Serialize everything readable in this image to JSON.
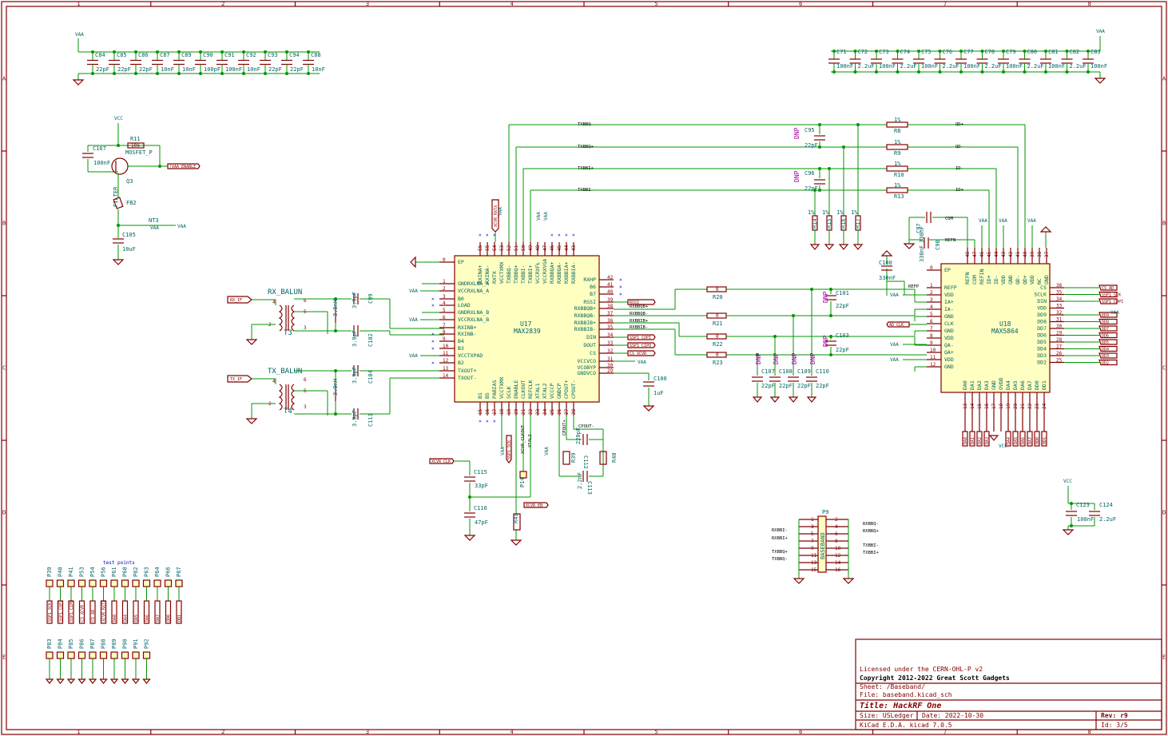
{
  "border": {
    "columns": [
      "1",
      "2",
      "3",
      "4",
      "5",
      "6",
      "7",
      "8"
    ],
    "rows": [
      "A",
      "B",
      "C",
      "D",
      "E"
    ]
  },
  "power": {
    "vaa": "VAA",
    "vcc": "VCC"
  },
  "caps_left": [
    {
      "ref": "C84",
      "val": "22pF"
    },
    {
      "ref": "C85",
      "val": "22pF"
    },
    {
      "ref": "C86",
      "val": "22pF"
    },
    {
      "ref": "C87",
      "val": "10nF"
    },
    {
      "ref": "C89",
      "val": "10nF"
    },
    {
      "ref": "C90",
      "val": "100pF"
    },
    {
      "ref": "C91",
      "val": "100nF"
    },
    {
      "ref": "C92",
      "val": "10nF"
    },
    {
      "ref": "C93",
      "val": "22pF"
    },
    {
      "ref": "C94",
      "val": "22pF"
    },
    {
      "ref": "C88",
      "val": "10nF"
    }
  ],
  "caps_right": [
    {
      "ref": "C71",
      "val": "100nF"
    },
    {
      "ref": "C72",
      "val": "2.2uF"
    },
    {
      "ref": "C73",
      "val": "100nF"
    },
    {
      "ref": "C74",
      "val": "2.2uF"
    },
    {
      "ref": "C75",
      "val": "100nF"
    },
    {
      "ref": "C76",
      "val": "2.2uF"
    },
    {
      "ref": "C77",
      "val": "100nF"
    },
    {
      "ref": "C78",
      "val": "2.2uF"
    },
    {
      "ref": "C79",
      "val": "100nF"
    },
    {
      "ref": "C80",
      "val": "2.2uF"
    },
    {
      "ref": "C81",
      "val": "100nF"
    },
    {
      "ref": "C82",
      "val": "2.2uF"
    },
    {
      "ref": "C83",
      "val": "100nF"
    }
  ],
  "switch": {
    "c167": "C167",
    "c167_val": "100nF",
    "r11": "R11",
    "r11_val": "10k",
    "q3_type": "MOSFET_P",
    "q3": "Q3",
    "enable": "!VAA_ENABLE",
    "filter": "FILTER",
    "fb2": "FB2",
    "nt3": "NT3",
    "c105": "C105",
    "c105_val": "10uF"
  },
  "baluns": {
    "rx_name": "RX_BALUN",
    "rx_ref": "T3",
    "rx_port": "RX_IF",
    "tx_name": "TX_BALUN",
    "tx_ref": "T4",
    "tx_port": "TX_IF",
    "c99": "C99",
    "c102": "C102",
    "c104": "C104",
    "c111": "C111",
    "cap_val": "3.9pF",
    "ind_val": "3.9nH"
  },
  "u17": {
    "ref": "U17",
    "part": "MAX2839",
    "left_pins": [
      {
        "n": "0",
        "name": "EP"
      },
      {
        "n": "1",
        "name": "GNDRXLNA_A"
      },
      {
        "n": "2",
        "name": "VCCRXLNA_A"
      },
      {
        "n": "3",
        "name": "B0"
      },
      {
        "n": "4",
        "name": "LOAD"
      },
      {
        "n": "5",
        "name": "GNDRXLNA_B"
      },
      {
        "n": "6",
        "name": "VCCRXLNA_B"
      },
      {
        "n": "7",
        "name": "RXINB+"
      },
      {
        "n": "8",
        "name": "RXINB-"
      },
      {
        "n": "9",
        "name": "B4"
      },
      {
        "n": "10",
        "name": "B3"
      },
      {
        "n": "11",
        "name": "VCCTXPAD"
      },
      {
        "n": "12",
        "name": "B2"
      },
      {
        "n": "13",
        "name": "TXOUT+"
      },
      {
        "n": "14",
        "name": "TXOUT-"
      }
    ],
    "right_pins": [
      {
        "n": "42",
        "name": "RXHP"
      },
      {
        "n": "41",
        "name": "B6"
      },
      {
        "n": "40",
        "name": "B7"
      },
      {
        "n": "39",
        "name": "RSSI"
      },
      {
        "n": "38",
        "name": "RXBBQB+"
      },
      {
        "n": "37",
        "name": "RXBBQB-"
      },
      {
        "n": "36",
        "name": "RXBBIB+"
      },
      {
        "n": "35",
        "name": "RXBBIB-"
      },
      {
        "n": "34",
        "name": "DIN"
      },
      {
        "n": "33",
        "name": "DOUT"
      },
      {
        "n": "32",
        "name": "CS"
      },
      {
        "n": "31",
        "name": "VCCVCO"
      },
      {
        "n": "30",
        "name": "VCOBYP"
      },
      {
        "n": "29",
        "name": "GNDVCO"
      }
    ],
    "top_pins": [
      {
        "n": "56",
        "name": "RXINA+"
      },
      {
        "n": "55",
        "name": "RXINA-"
      },
      {
        "n": "54",
        "name": "RXTX"
      },
      {
        "n": "53",
        "name": "VCCTXMX"
      },
      {
        "n": "52",
        "name": "TXBBQ-"
      },
      {
        "n": "51",
        "name": "TXBBQ+"
      },
      {
        "n": "50",
        "name": "TXBBI-"
      },
      {
        "n": "49",
        "name": "TXBBI+"
      },
      {
        "n": "48",
        "name": "VCCRXFL"
      },
      {
        "n": "47",
        "name": "VCCRXVGA"
      },
      {
        "n": "46",
        "name": "RXBBQA+"
      },
      {
        "n": "45",
        "name": "RXBBQA-"
      },
      {
        "n": "44",
        "name": "RXBBIA+"
      },
      {
        "n": "43",
        "name": "RXBBIA-"
      }
    ],
    "bottom_pins": [
      {
        "n": "15",
        "name": "B1"
      },
      {
        "n": "16",
        "name": "B5"
      },
      {
        "n": "17",
        "name": "PABIAS"
      },
      {
        "n": "18",
        "name": "VCCTXMX"
      },
      {
        "n": "19",
        "name": "SCLK"
      },
      {
        "n": "20",
        "name": "ENABLE"
      },
      {
        "n": "21",
        "name": "CLKOUT"
      },
      {
        "n": "22",
        "name": "REFCLK"
      },
      {
        "n": "23",
        "name": "XTAL1"
      },
      {
        "n": "24",
        "name": "XTAL2"
      },
      {
        "n": "25",
        "name": "VCCCP"
      },
      {
        "n": "26",
        "name": "GNDCP"
      },
      {
        "n": "27",
        "name": "CPOUT+"
      },
      {
        "n": "28",
        "name": "CPOUT-"
      }
    ],
    "labels_right": [
      "RSSI",
      "SSP1_CIPO",
      "SSP1_COPI",
      "CS_XCVR"
    ],
    "labels_top": [
      "XCVR_RXTX"
    ],
    "labels_bottom": [
      "SSP1_SCK",
      "XCVR_CLKOUT",
      "XTAL2"
    ],
    "c106": "C106",
    "c106_val": "1uF",
    "c115": "C115",
    "c115_val": "33pF",
    "c116": "C116",
    "c116_val": "47pF",
    "xcvr_clk": "XCVR_CLK",
    "xcvr_en": "XCVR_EN",
    "r41": "R41",
    "p14": "P14",
    "c112": "C112",
    "c113": "C113",
    "r40": "R40",
    "r39": "R39",
    "cp_val1": "2.2nF",
    "cp_val2": "220pF",
    "cpout": "CPOUT-",
    "cpout_p": "CPOUT+"
  },
  "u18": {
    "ref": "U18",
    "part": "MAX5864",
    "left_pins": [
      {
        "n": "0",
        "name": "EP"
      },
      {
        "n": "1",
        "name": "REFP"
      },
      {
        "n": "2",
        "name": "VDD"
      },
      {
        "n": "3",
        "name": "IA+"
      },
      {
        "n": "4",
        "name": "IA-"
      },
      {
        "n": "5",
        "name": "GND"
      },
      {
        "n": "6",
        "name": "CLK"
      },
      {
        "n": "7",
        "name": "GND"
      },
      {
        "n": "8",
        "name": "VDD"
      },
      {
        "n": "9",
        "name": "QA-"
      },
      {
        "n": "10",
        "name": "QA+"
      },
      {
        "n": "11",
        "name": "VDD"
      },
      {
        "n": "12",
        "name": "GND"
      }
    ],
    "right_pins": [
      {
        "n": "36",
        "name": "CS"
      },
      {
        "n": "35",
        "name": "SCLK"
      },
      {
        "n": "34",
        "name": "DIN"
      },
      {
        "n": "33",
        "name": "VDD"
      },
      {
        "n": "32",
        "name": "DD9"
      },
      {
        "n": "31",
        "name": "DD8"
      },
      {
        "n": "30",
        "name": "DD7"
      },
      {
        "n": "29",
        "name": "DD6"
      },
      {
        "n": "28",
        "name": "DD5"
      },
      {
        "n": "27",
        "name": "DD4"
      },
      {
        "n": "26",
        "name": "DD3"
      },
      {
        "n": "25",
        "name": "DD2"
      }
    ],
    "top_pins": [
      {
        "n": "48",
        "name": "REFN"
      },
      {
        "n": "47",
        "name": "COM"
      },
      {
        "n": "46",
        "name": "REFIN"
      },
      {
        "n": "45",
        "name": "ID+"
      },
      {
        "n": "44",
        "name": "ID-"
      },
      {
        "n": "43",
        "name": "VDD"
      },
      {
        "n": "42",
        "name": "GND"
      },
      {
        "n": "41",
        "name": "QD-"
      },
      {
        "n": "40",
        "name": "QD+"
      },
      {
        "n": "39",
        "name": "VDD"
      },
      {
        "n": "38",
        "name": "NC"
      },
      {
        "n": "37",
        "name": "GND"
      }
    ],
    "bottom_pins": [
      {
        "n": "13",
        "name": "DA0"
      },
      {
        "n": "14",
        "name": "DA1"
      },
      {
        "n": "15",
        "name": "DA2"
      },
      {
        "n": "16",
        "name": "DA3"
      },
      {
        "n": "17",
        "name": "GND"
      },
      {
        "n": "18",
        "name": "OVDD"
      },
      {
        "n": "19",
        "name": "DA4"
      },
      {
        "n": "20",
        "name": "DA5"
      },
      {
        "n": "21",
        "name": "DA6"
      },
      {
        "n": "22",
        "name": "DA7"
      },
      {
        "n": "23",
        "name": "DD0"
      },
      {
        "n": "24",
        "name": "DD1"
      }
    ],
    "labels_right": [
      "CS_AD",
      "SSP1_SCK",
      "SSP1_COPI",
      "DD9",
      "DD8",
      "DD7",
      "DD6",
      "DD5",
      "DD4",
      "DD3",
      "DD2"
    ],
    "label_clk": "AD_CLK",
    "c97": "C97",
    "c97_val": "330nF",
    "c98": "C98",
    "c98_val": "330nF",
    "c100": "C100",
    "c100_val": "330nF",
    "com": "COM",
    "refn": "REFN",
    "refp": "REFP"
  },
  "tx_nets": {
    "r8": "R8",
    "r9": "R9",
    "r10": "R10",
    "r13": "R13",
    "rval": "1%",
    "r14": "R14",
    "r15": "R15",
    "r16": "R16",
    "r17": "R17",
    "nets_left": [
      "TXBBQ-",
      "TXBBQ+",
      "TXBBI+",
      "TXBBI-"
    ],
    "nets_right": [
      "QD+",
      "QD-",
      "ID-",
      "ID+"
    ],
    "c95": "C95",
    "c96": "C96",
    "cval": "22pF",
    "dnp": "DNP"
  },
  "rx_nets": {
    "r20": "R20",
    "r21": "R21",
    "r22": "R22",
    "r23": "R23",
    "rval": "0",
    "nets": [
      "RXBBQB+",
      "RXBBQB-",
      "RXBBIB+",
      "RXBBIB-"
    ],
    "c101": "C101",
    "c103": "C103",
    "c107": "C107",
    "c108": "C108",
    "c109": "C109",
    "c110": "C110",
    "cval": "22pF",
    "dnp": "DNP"
  },
  "p9": {
    "ref": "P9",
    "name": "BASEBAND",
    "left_nums": [
      "1",
      "3",
      "5",
      "7",
      "9",
      "11",
      "13",
      "15"
    ],
    "right_nums": [
      "2",
      "4",
      "6",
      "8",
      "10",
      "12",
      "14",
      "16"
    ],
    "left_nets": [
      "RXBBI-",
      "RXBBI+",
      "TXBBQ+",
      "TXBBQ-"
    ],
    "right_nets": [
      "RXBBQ-",
      "RXBBQ+",
      "TXBBI-",
      "TXBBI+"
    ]
  },
  "vcc_caps": {
    "c123": "C123",
    "c123_val": "100nF",
    "c124": "C124",
    "c124_val": "2.2uF"
  },
  "testpoints": {
    "title": "test points",
    "row1": [
      "P39",
      "P40",
      "P41",
      "P53",
      "P54",
      "P56",
      "P61",
      "P60",
      "P62",
      "P63",
      "P64",
      "P66",
      "P67"
    ],
    "row1_labels": [
      "SSP1_SCK",
      "SSP1_COPI",
      "SSP1_CIPO",
      "CS_XCVR",
      "CS_AD",
      "XCVR_RXTX",
      "DA0",
      "DA4",
      "DA5",
      "DA6",
      "DA7",
      "DD0",
      "DD1"
    ],
    "row2": [
      "P83",
      "P84",
      "P85",
      "P86",
      "P87",
      "P88",
      "P89",
      "P90",
      "P91",
      "P92"
    ]
  },
  "title_block": {
    "license": "Licensed under the CERN-OHL-P v2",
    "copyright": "Copyright 2012-2022 Great Scott Gadgets",
    "sheet": "Sheet: /Baseband/",
    "file": "File: baseband.kicad_sch",
    "title": "Title: HackRF One",
    "size": "Size: USLedger",
    "date": "Date: 2022-10-30",
    "rev": "Rev: r9",
    "tool": "KiCad E.D.A.  kicad 7.0.5",
    "id": "Id: 3/5"
  }
}
